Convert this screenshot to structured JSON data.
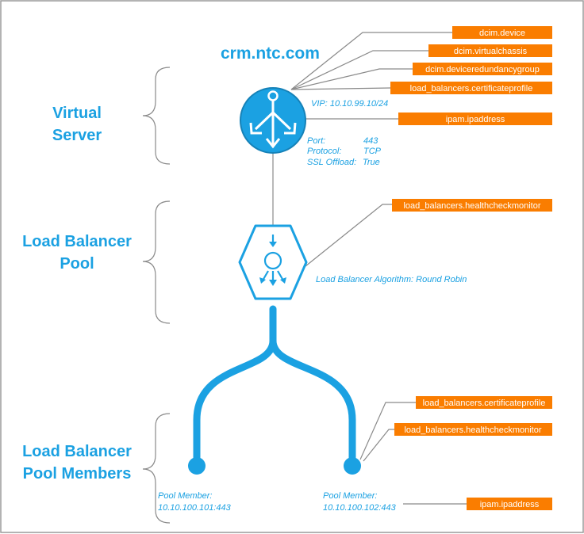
{
  "hostname": "crm.ntc.com",
  "sections": {
    "virtual_server": [
      "Virtual",
      "Server"
    ],
    "pool": [
      "Load Balancer",
      "Pool"
    ],
    "members": [
      "Load Balancer",
      "Pool Members"
    ]
  },
  "virtual_server": {
    "vip": "VIP: 10.10.99.10/24",
    "port_label": "Port:",
    "port_value": "443",
    "protocol_label": "Protocol:",
    "protocol_value": "TCP",
    "ssl_label": "SSL Offload:",
    "ssl_value": "True"
  },
  "pool": {
    "algorithm": "Load Balancer Algorithm: Round Robin"
  },
  "members": [
    {
      "label": "Pool Member:",
      "address": "10.10.100.101:443"
    },
    {
      "label": "Pool Member:",
      "address": "10.10.100.102:443"
    }
  ],
  "tags": {
    "vs_device": "dcim.device",
    "vs_chassis": "dcim.virtualchassis",
    "vs_redundancy": "dcim.deviceredundancygroup",
    "vs_cert": "load_balancers.certificateprofile",
    "vs_ip": "ipam.ipaddress",
    "pool_monitor": "load_balancers.healthcheckmonitor",
    "member_cert": "load_balancers.certificateprofile",
    "member_monitor": "load_balancers.healthcheckmonitor",
    "member_ip": "ipam.ipaddress"
  },
  "colors": {
    "accent": "#1ba1e2",
    "tag": "#fa7d00",
    "line": "#8a8a8a"
  },
  "icons": [
    "load-balancer-icon",
    "pool-hexagon-icon"
  ]
}
